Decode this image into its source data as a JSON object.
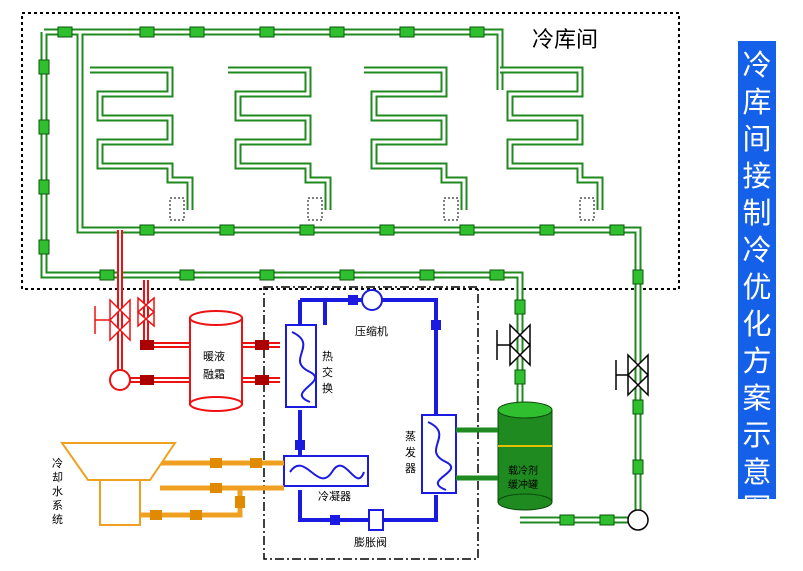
{
  "labels": {
    "cold_room": "冷库间",
    "compressor": "压缩机",
    "heat_exchanger": [
      "热",
      "交",
      "换"
    ],
    "evaporator": [
      "蒸",
      "发",
      "器"
    ],
    "condenser": "冷凝器",
    "expansion_valve": "膨胀阀",
    "defrost_tank": [
      "暖液",
      "融霜"
    ],
    "buffer_tank": [
      "载冷剂",
      "缓冲罐"
    ],
    "cooling_water": [
      "冷",
      "却",
      "水",
      "系",
      "统"
    ]
  },
  "side_title": [
    "冷",
    "库",
    "间",
    "接",
    "制",
    "冷",
    "优",
    "化",
    "方",
    "案",
    "示",
    "意",
    "图"
  ],
  "colors": {
    "brine_pipe": "#1f8a1f",
    "pipe_segment": "#2fbf2f",
    "refrigerant": "#1a1ae0",
    "defrost": "#ee1111",
    "cooling_water": "#f0a020",
    "title_bg": "#1560e8"
  }
}
